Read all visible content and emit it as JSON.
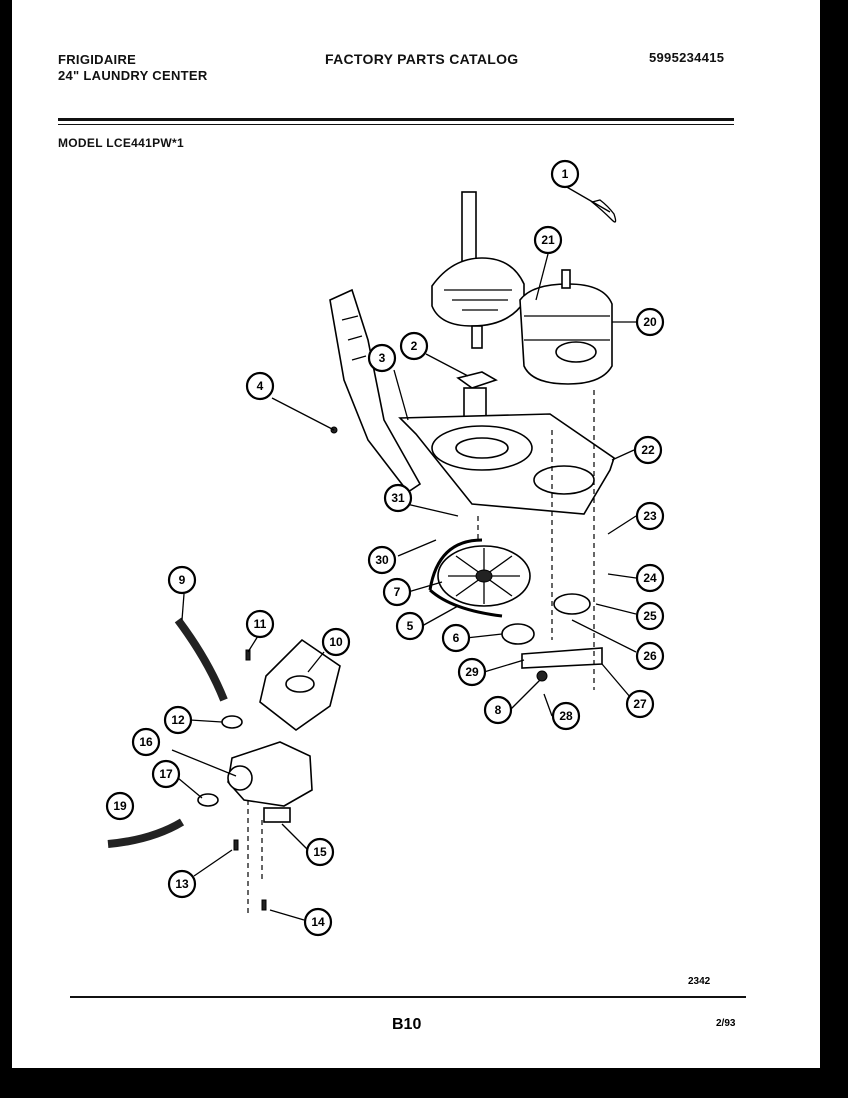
{
  "header": {
    "brand": "FRIGIDAIRE",
    "subtitle": "24\" LAUNDRY CENTER",
    "catalog_title": "FACTORY PARTS CATALOG",
    "part_number": "5995234415",
    "model": "MODEL LCE441PW*1"
  },
  "footer": {
    "drawing_number": "2342",
    "page_label": "B10",
    "date": "2/93"
  },
  "callouts": [
    "1",
    "2",
    "3",
    "4",
    "5",
    "6",
    "7",
    "8",
    "9",
    "10",
    "11",
    "12",
    "13",
    "14",
    "15",
    "16",
    "17",
    "19",
    "20",
    "21",
    "22",
    "23",
    "24",
    "25",
    "26",
    "27",
    "28",
    "29",
    "30",
    "31"
  ]
}
